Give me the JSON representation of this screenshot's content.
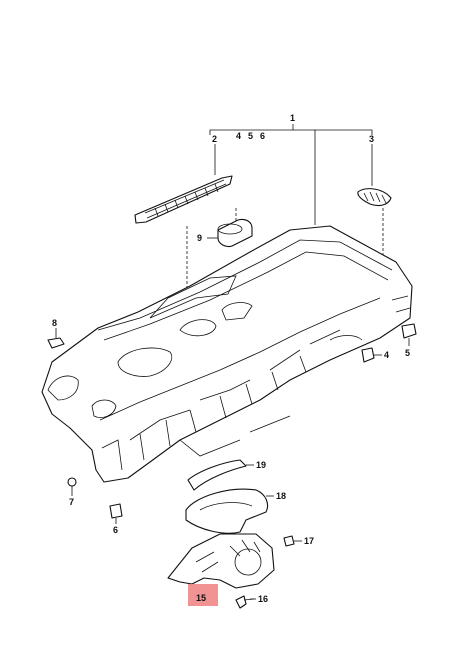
{
  "callouts": {
    "c1": "1",
    "c2": "2",
    "c3": "3",
    "c4a": "4",
    "c5a": "5",
    "c6a": "6",
    "c4": "4",
    "c5": "5",
    "c6": "6",
    "c7": "7",
    "c8": "8",
    "c9": "9",
    "c15": "15",
    "c16": "16",
    "c17": "17",
    "c18": "18",
    "c19": "19"
  },
  "highlight_color": "#f08080"
}
